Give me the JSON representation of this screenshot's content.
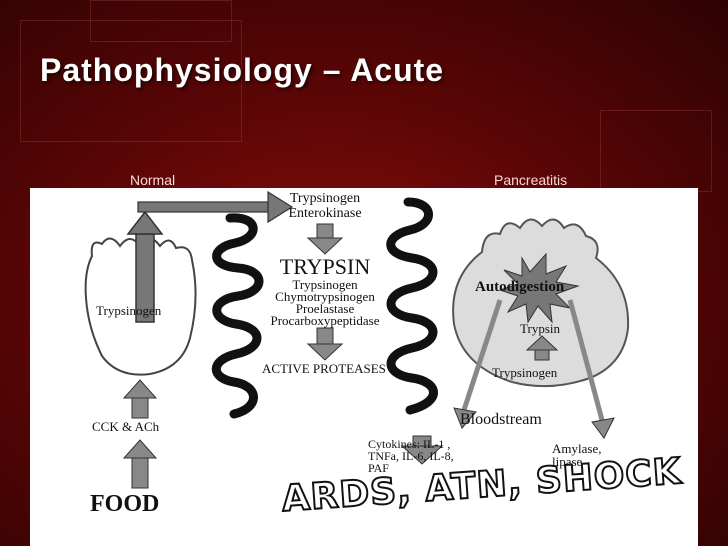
{
  "slide": {
    "title": "Pathophysiology – Acute"
  },
  "labels": {
    "normal": "Normal",
    "pancreatitis": "Pancreatitis"
  },
  "diagram": {
    "trypsinogen_left": "Trypsinogen",
    "cck_ach": "CCK & ACh",
    "food": "FOOD",
    "trypsinogen_top": "Trypsinogen",
    "enterokinase": "Enterokinase",
    "trypsin_big": "TRYPSIN",
    "cascade": [
      "Trypsinogen",
      "Chymotrypsinogen",
      "Proelastase",
      "Procarboxypeptidase"
    ],
    "active_proteases": "ACTIVE PROTEASES",
    "autodigestion": "Autodigestion",
    "trypsin_right": "Trypsin",
    "trypsinogen_right": "Trypsinogen",
    "bloodstream": "Bloodstream",
    "cytokines": [
      "Cytokines: IL-1 ,",
      "TNFa, IL-6, IL-8,",
      "PAF"
    ],
    "amylase": [
      "Amylase,",
      "lipase"
    ],
    "outcome": "ARDS, ATN, SHOCK"
  }
}
